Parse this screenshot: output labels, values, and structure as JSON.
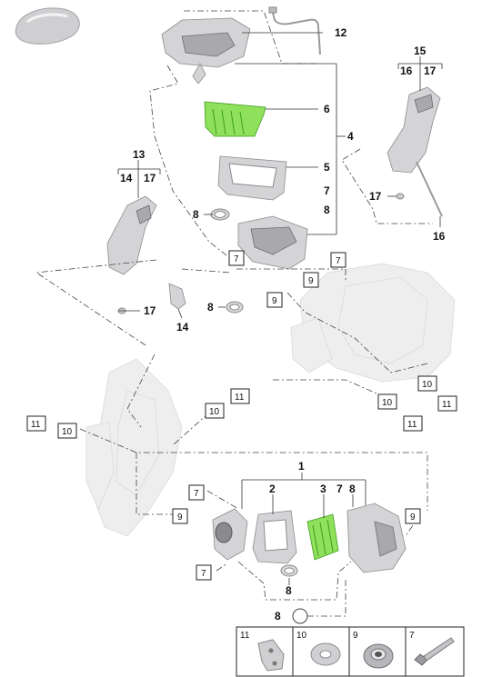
{
  "diagram": {
    "colors": {
      "highlight": "#8fe05a",
      "highlight_edge": "#3f9e1e",
      "part_fill": "#d4d4d6",
      "ghost_fill": "#eeeeef"
    },
    "labels": {
      "p1": "1",
      "p2": "2",
      "p3": "3",
      "p4": "4",
      "p5": "5",
      "p6": "6",
      "p7": "7",
      "p8": "8",
      "p9": "9",
      "p10": "10",
      "p11": "11",
      "p12": "12",
      "p13": "13",
      "p14": "14",
      "p15": "15",
      "p16": "16",
      "p17": "17"
    },
    "legend": {
      "items": [
        {
          "label": "11",
          "icon": "bracket-icon"
        },
        {
          "label": "10",
          "icon": "washer-icon"
        },
        {
          "label": "9",
          "icon": "grommet-icon"
        },
        {
          "label": "7",
          "icon": "bolt-icon"
        }
      ]
    }
  }
}
